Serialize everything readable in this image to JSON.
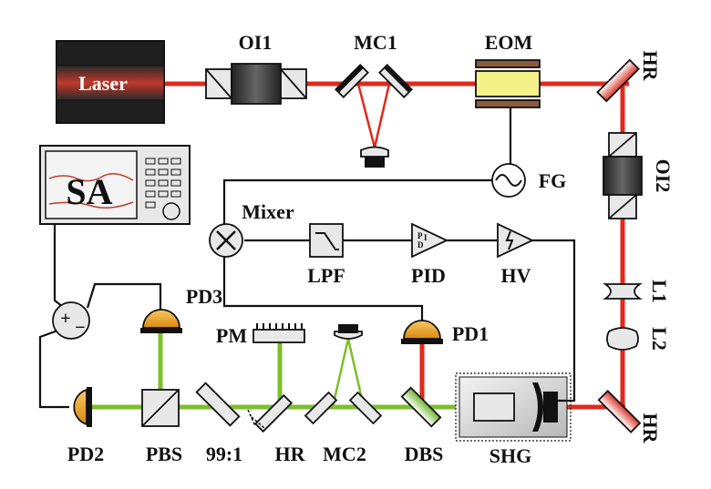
{
  "labels": {
    "laser": "Laser",
    "oi1": "OI1",
    "mc1": "MC1",
    "eom": "EOM",
    "hr_top": "HR",
    "oi2": "OI2",
    "fg": "FG",
    "mixer": "Mixer",
    "lpf": "LPF",
    "pid": "PID",
    "pid_symbol_p": "P",
    "pid_symbol_i": "I",
    "pid_symbol_d": "D",
    "hv": "HV",
    "sa": "SA",
    "l1": "L1",
    "l2": "L2",
    "pd3": "PD3",
    "pm": "PM",
    "pd1": "PD1",
    "pd2": "PD2",
    "pbs": "PBS",
    "splitter": "99:1",
    "hr_bottom": "HR",
    "mc2": "MC2",
    "dbs": "DBS",
    "shg": "SHG",
    "hr_right": "HR",
    "plus": "+",
    "minus": "−"
  },
  "colors": {
    "red_beam": "#e0291c",
    "green_beam": "#7cbf2a",
    "photodiode": "#f0a21a",
    "eom_crystal": "#f4f08a"
  }
}
